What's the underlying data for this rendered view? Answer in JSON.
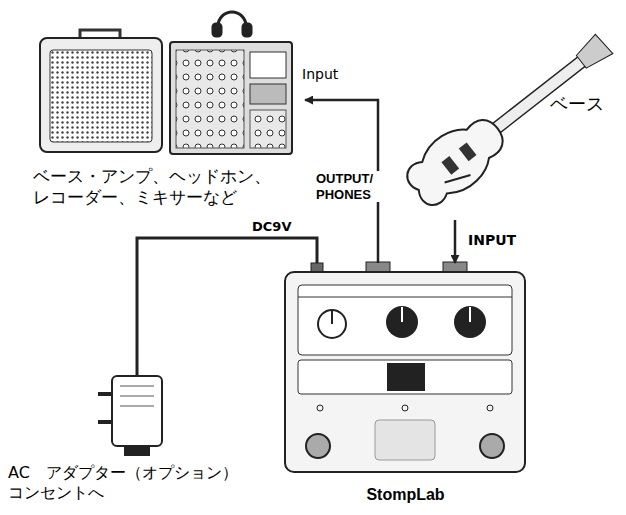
{
  "diagram": {
    "nodes": [
      {
        "text": [
          "ベース・アンプ、ヘッドホン、 レコーダー、ミキサーなど"
        ]
      },
      {
        "text": [
          "ベース"
        ]
      },
      {
        "text": [
          "StompLab"
        ]
      },
      {
        "text": [
          "AC　アダプター（オプション） コンセントへ"
        ]
      }
    ],
    "edges": [
      {
        "from": 2,
        "to": 0,
        "arrow": "to",
        "label": "Input"
      },
      {
        "from": 1,
        "to": 2,
        "arrow": "to",
        "label": "INPUT"
      },
      {
        "from": 3,
        "to": 2,
        "arrow": "none",
        "label": "DC9V"
      }
    ],
    "labels": [
      "OUTPUT/ PHONES"
    ]
  }
}
